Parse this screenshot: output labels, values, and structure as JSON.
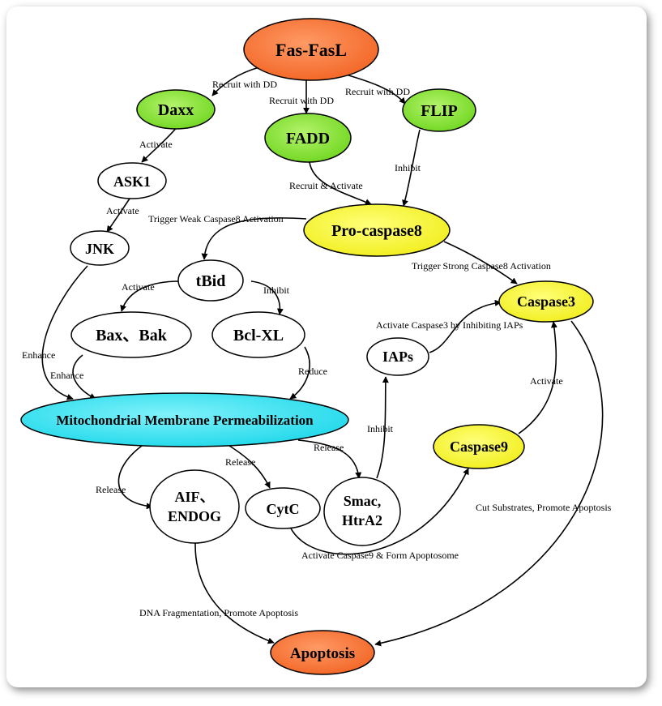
{
  "nodes": {
    "fas_fasl": "Fas-FasL",
    "daxx": "Daxx",
    "fadd": "FADD",
    "flip": "FLIP",
    "ask1": "ASK1",
    "pro_caspase8": "Pro-caspase8",
    "jnk": "JNK",
    "tbid": "tBid",
    "caspase3": "Caspase3",
    "bax_bak": "Bax、Bak",
    "bcl_xl": "Bcl-XL",
    "iaps": "IAPs",
    "mito": "Mitochondrial Membrane Permeabilization",
    "caspase9": "Caspase9",
    "aif_endog_1": "AIF、",
    "aif_endog_2": "ENDOG",
    "cytc": "CytC",
    "smac_1": "Smac,",
    "smac_2": "HtrA2",
    "apoptosis": "Apoptosis"
  },
  "edges": {
    "fas_daxx": "Recruit with DD",
    "fas_fadd": "Recruit with DD",
    "fas_flip": "Recruit with DD",
    "daxx_ask1": "Activate",
    "ask1_jnk": "Activate",
    "fadd_procasp8": "Recruit & Activate",
    "flip_procasp8": "Inhibit",
    "procasp8_tbid": "Trigger Weak Caspase8 Activation",
    "procasp8_casp3": "Trigger Strong Caspase8 Activation",
    "tbid_baxbak": "Activate",
    "tbid_bclxl": "Inhibit",
    "iaps_casp3": "Activate Caspase3 by Inhibiting IAPs",
    "jnk_mito": "Enhance",
    "baxbak_mito": "Enhance",
    "bclxl_mito": "Reduce",
    "casp9_casp3": "Activate",
    "smac_iaps": "Inhibit",
    "mito_aif": "Release",
    "mito_cytc": "Release",
    "mito_smac": "Release",
    "casp3_apoptosis": "Cut Substrates, Promote Apoptosis",
    "cytc_casp9": "Activate Caspase9 & Form Apoptosome",
    "aif_apoptosis": "DNA Fragmentation, Promote Apoptosis"
  },
  "colors": {
    "orange": "#f5733a",
    "green": "#82e32f",
    "yellow": "#f7f535",
    "cyan": "#2ee0f0",
    "white": "#ffffff"
  }
}
